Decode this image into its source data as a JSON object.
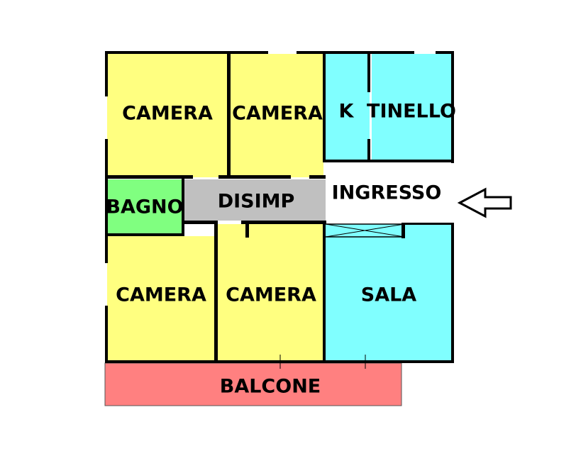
{
  "rooms": {
    "camera_top_left": {
      "label": "CAMERA",
      "color": "#FFFF80"
    },
    "camera_top_mid": {
      "label": "CAMERA",
      "color": "#FFFF80"
    },
    "kitchen": {
      "label": "K",
      "color": "#80FFFF"
    },
    "tinello": {
      "label": "TINELLO",
      "color": "#80FFFF"
    },
    "bagno": {
      "label": "BAGNO",
      "color": "#80FF80"
    },
    "disimp": {
      "label": "DISIMP",
      "color": "#C0C0C0"
    },
    "ingresso": {
      "label": "INGRESSO",
      "color": "#FFFFFF"
    },
    "camera_bottom_left": {
      "label": "CAMERA",
      "color": "#FFFF80"
    },
    "camera_bottom_mid": {
      "label": "CAMERA",
      "color": "#FFFF80"
    },
    "sala": {
      "label": "SALA",
      "color": "#80FFFF"
    },
    "balcone": {
      "label": "BALCONE",
      "color": "#FF8080"
    }
  },
  "entrance_arrow_icon": "arrow-left-icon"
}
